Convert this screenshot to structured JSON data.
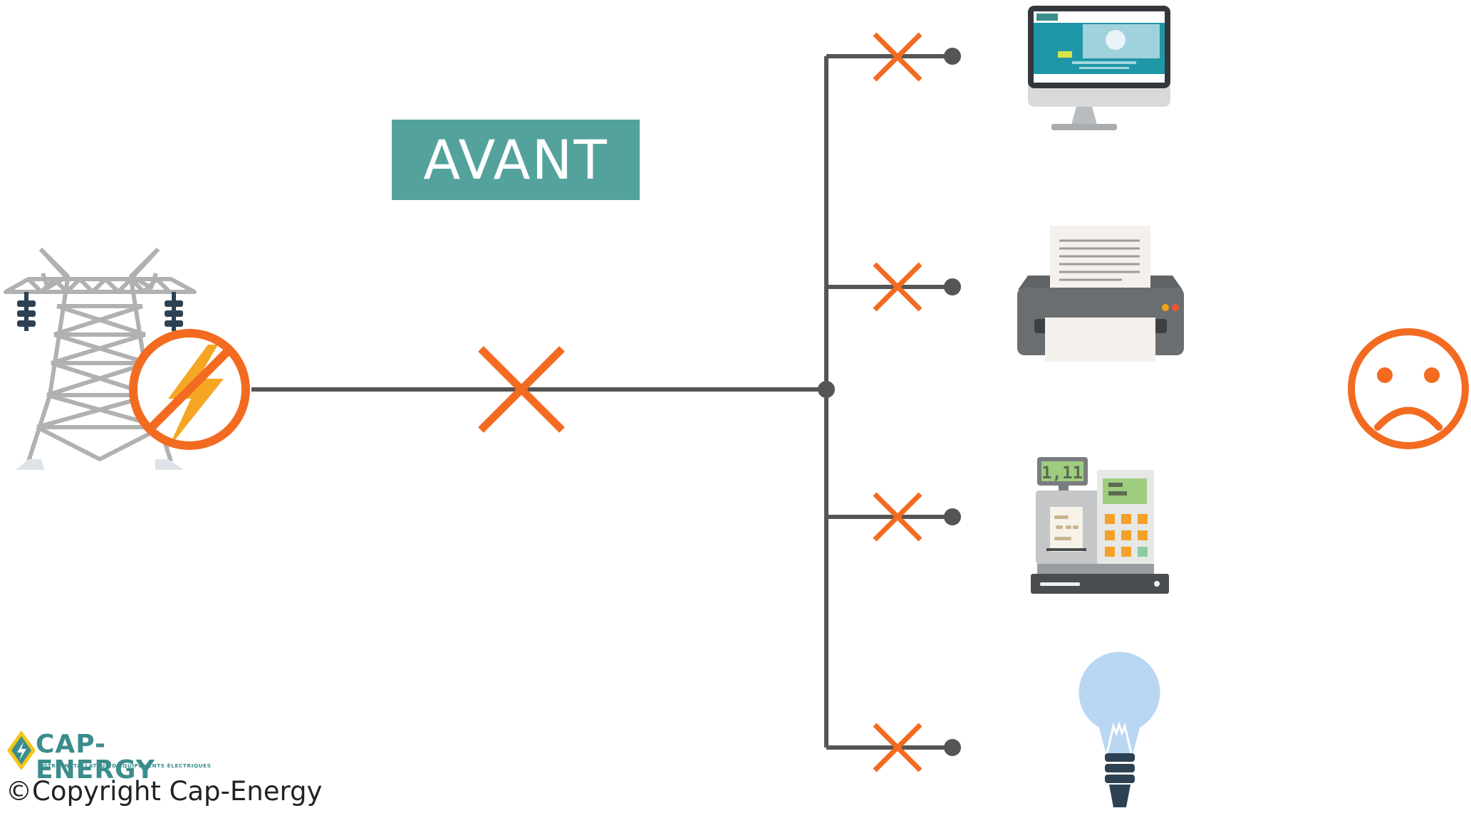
{
  "title": "AVANT",
  "brand": {
    "name": "CAP-ENERGY",
    "tagline": "VOTRE INSTALLATEUR D'ÉQUIPEMENTS ÉLECTRIQUES",
    "copyright": "©Copyright Cap-Energy"
  },
  "cash_register_display": "1,11",
  "devices": [
    "computer-icon",
    "printer-icon",
    "cash-register-icon",
    "light-bulb-icon"
  ],
  "colors": {
    "accent": "#f26b21",
    "teal": "#53a39c",
    "line": "#555555",
    "tower": "#b1b1b1",
    "insulator": "#2e4153",
    "bolt": "#f5a623",
    "logo_text": "#3b8d8c",
    "logo_diamond": "#f5c518"
  }
}
